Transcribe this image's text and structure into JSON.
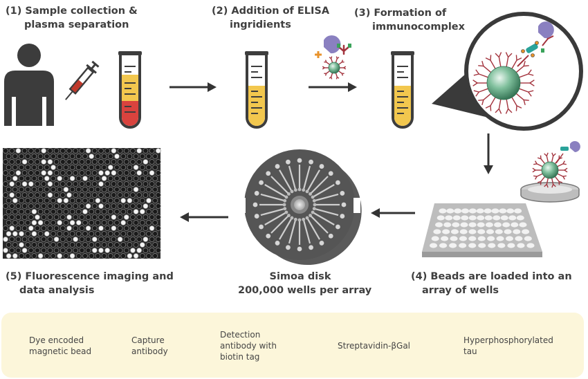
{
  "steps": {
    "step1": {
      "line1": "(1) Sample collection &",
      "line2": "plasma separation"
    },
    "step2": {
      "line1": "(2) Addition of ELISA",
      "line2": "ingridients"
    },
    "step3": {
      "line1": "(3) Formation of",
      "line2": "immunocomplex"
    },
    "step4": {
      "line1": "(4) Beads are loaded into an",
      "line2": "array of wells"
    },
    "disk": {
      "line1": "Simoa disk",
      "line2": "200,000 wells per array"
    },
    "step5": {
      "line1": "(5) Fluorescence imaging and",
      "line2": "data analysis"
    }
  },
  "legend": {
    "bead": {
      "line1": "Dye encoded",
      "line2": "magnetic bead"
    },
    "capture": {
      "line1": "Capture",
      "line2": "antibody"
    },
    "detection": {
      "line1": "Detection",
      "line2": "antibody with",
      "line3": "biotin tag"
    },
    "streptavidin": {
      "line1": "Streptavidin-βGal"
    },
    "tau": {
      "line1": "Hyperphosphorylated",
      "line2": "tau"
    }
  },
  "colors": {
    "text": "#3f3f3f",
    "person": "#3c3c3c",
    "arrow": "#333333",
    "plasma": "#f2c74e",
    "blood": "#d9433e",
    "bead": "#5a9a78",
    "antibody": "#a3333d",
    "biotin": "#3aa35a",
    "streptavidin": "#8a80c0",
    "tau": "#2aa39a",
    "legend_bg": "#fcf6da",
    "disk": "#555555",
    "plate": "#aaaaaa"
  }
}
